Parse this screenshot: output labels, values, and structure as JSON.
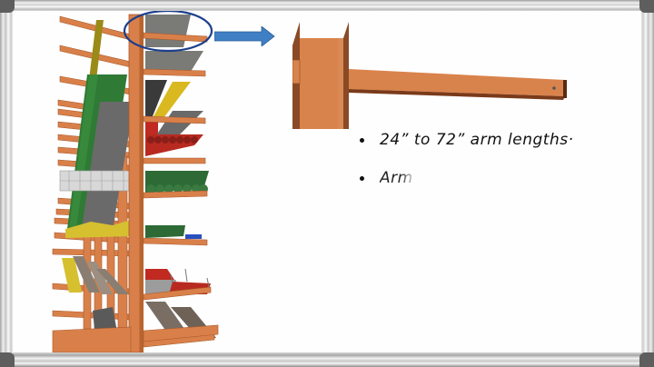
{
  "slide": {
    "background": "whiteboard",
    "frame_color": "#b9b9b9",
    "colors": {
      "rack_orange": "#d9804a",
      "rack_shadow": "#9c4f24",
      "highlight_ellipse": "#1c3f8c",
      "arrow_blue": "#3f7fc4",
      "text": "#111111"
    }
  },
  "illustration": {
    "rack_label": "cantilever-rack-illustration",
    "highlight": "arm-highlight-ellipse",
    "arrow": "right-arrow",
    "detail": "cantilever-arm-detail"
  },
  "bullets": [
    {
      "text": "24” to 72” arm lengths·"
    },
    {
      "text": "Arm"
    }
  ]
}
